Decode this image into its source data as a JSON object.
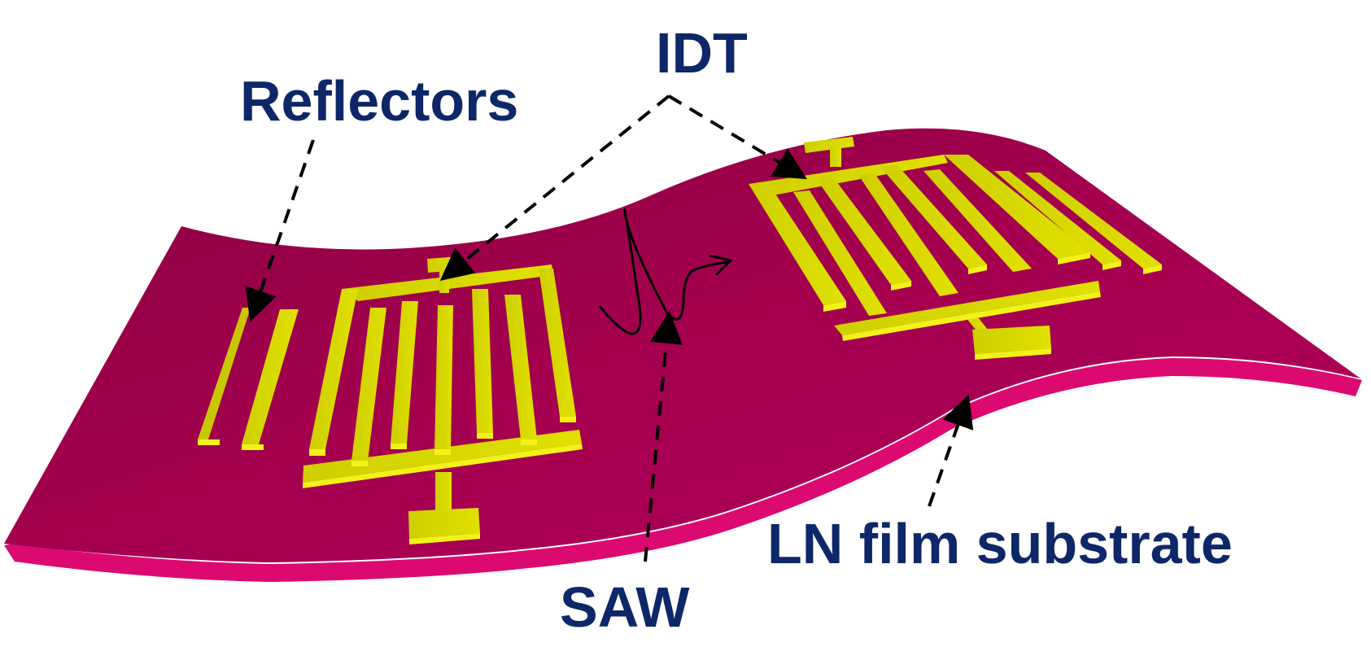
{
  "labels": {
    "idt": "IDT",
    "reflectors": "Reflectors",
    "saw": "SAW",
    "substrate": "LN film substrate"
  },
  "colors": {
    "substrate_top": "#a3004f",
    "substrate_edge": "#dc0a70",
    "electrode": "#d9d900",
    "electrode_side": "#f2f21a",
    "electrode_shade": "#a8a800",
    "label": "#0d2768",
    "arrow": "#000000"
  }
}
